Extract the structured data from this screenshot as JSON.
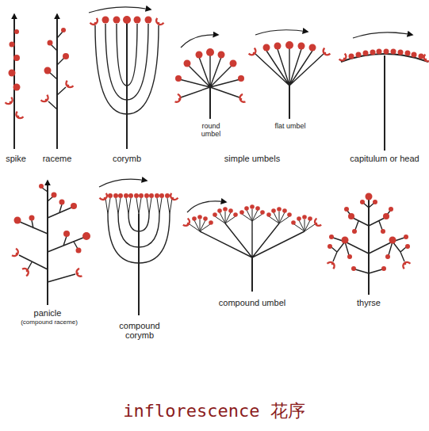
{
  "diagram": {
    "caption": "inflorescence 花序",
    "labels": [
      "spike",
      "raceme",
      "corymb",
      "round umbel",
      "flat umbel",
      "simple umbels",
      "capitulum or head",
      "panicle",
      "(compound raceme)",
      "compound corymb",
      "compound umbel",
      "thyrse"
    ]
  }
}
